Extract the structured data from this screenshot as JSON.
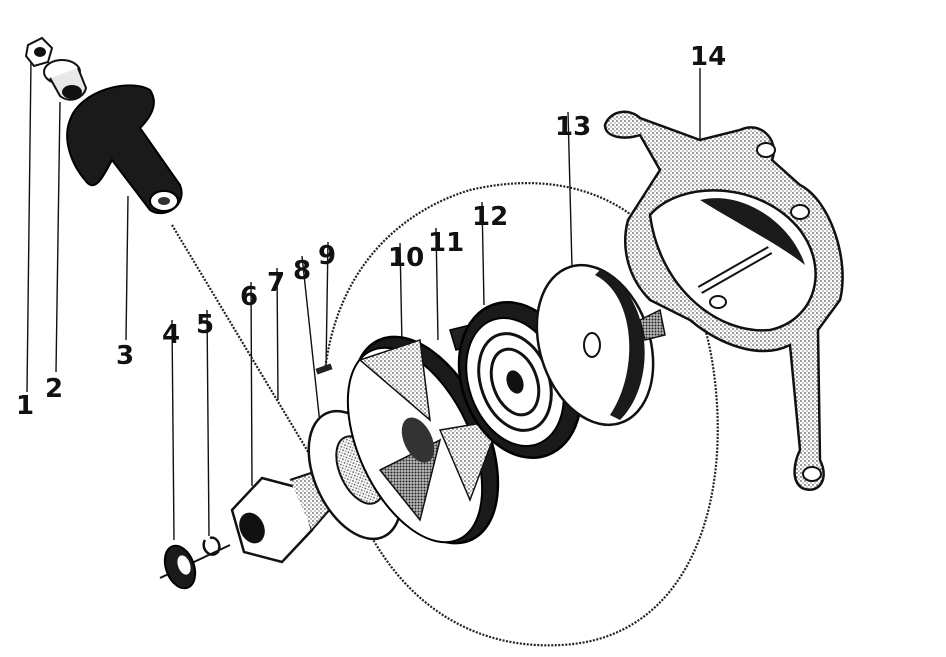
{
  "callouts": [
    "1",
    "2",
    "3",
    "4",
    "5",
    "6",
    "7",
    "8",
    "9",
    "10",
    "11",
    "12",
    "13",
    "14"
  ],
  "colors": {
    "ink": "#111111",
    "paper": "#ffffff",
    "shade": "#777777"
  }
}
